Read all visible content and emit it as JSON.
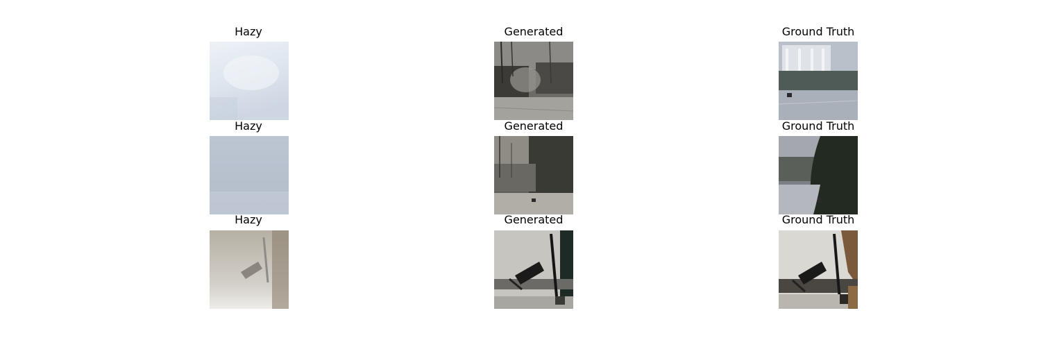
{
  "grid": {
    "rows": [
      {
        "cells": [
          {
            "title": "Hazy"
          },
          {
            "title": "Generated"
          },
          {
            "title": "Ground Truth"
          }
        ]
      },
      {
        "cells": [
          {
            "title": "Hazy"
          },
          {
            "title": "Generated"
          },
          {
            "title": "Ground Truth"
          }
        ]
      },
      {
        "cells": [
          {
            "title": "Hazy"
          },
          {
            "title": "Generated"
          },
          {
            "title": "Ground Truth"
          }
        ]
      }
    ]
  }
}
